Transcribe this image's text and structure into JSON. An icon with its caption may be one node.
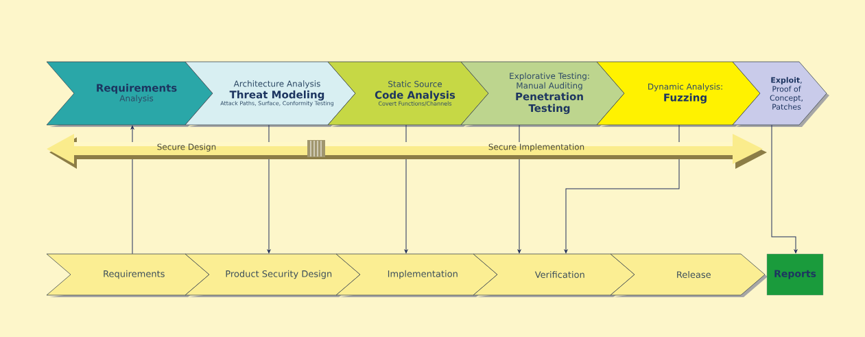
{
  "diagram": {
    "nodes": [
      {
        "text": [
          "Requirements",
          "Analysis"
        ]
      },
      {
        "text": [
          "Architecture Analysis",
          "Threat Modeling",
          "Attack Paths, Surface, Conformity Testing"
        ]
      },
      {
        "text": [
          "Static Source",
          "Code Analysis",
          "Covert Functions/Channels"
        ]
      },
      {
        "text": [
          "Explorative Testing: Manual Auditing",
          "Penetration Testing"
        ]
      },
      {
        "text": [
          "Dynamic Analysis:",
          "Fuzzing"
        ]
      },
      {
        "text": [
          "**Exploit**, Proof of Concept, Patches"
        ]
      },
      {
        "text": [
          "Requirements"
        ]
      },
      {
        "text": [
          "Product Security Design"
        ]
      },
      {
        "text": [
          "Implementation"
        ]
      },
      {
        "text": [
          "Verification"
        ]
      },
      {
        "text": [
          "Release"
        ]
      },
      {
        "text": [
          "Reports"
        ]
      }
    ],
    "edges": [
      {
        "from": 6,
        "to": 0,
        "arrow": "to"
      },
      {
        "from": 1,
        "to": 7,
        "arrow": "to"
      },
      {
        "from": 2,
        "to": 8,
        "arrow": "to"
      },
      {
        "from": 3,
        "to": 9,
        "arrow": "to"
      },
      {
        "from": 4,
        "to": 9,
        "arrow": "to"
      },
      {
        "from": 5,
        "to": 11,
        "arrow": "to"
      }
    ],
    "labels": [
      "Secure Design",
      "Secure Implementation"
    ]
  }
}
